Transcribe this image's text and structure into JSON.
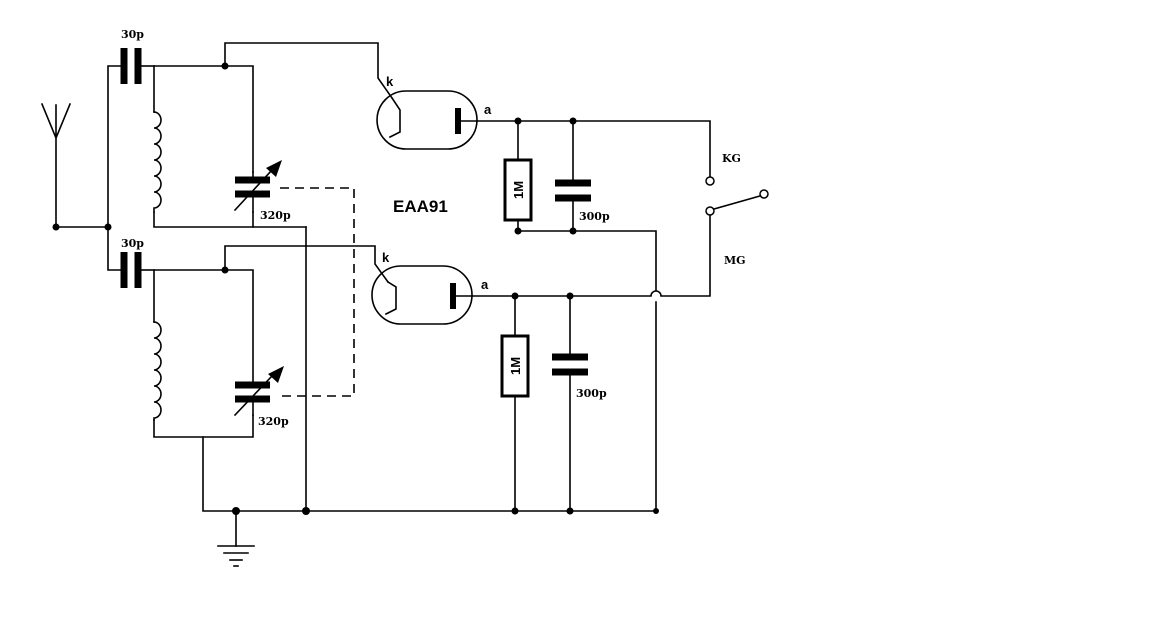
{
  "title": "EAA91",
  "antenna_cap_top": "30p",
  "antenna_cap_bottom": "30p",
  "tuning_cap_top": "320p",
  "tuning_cap_bottom": "320p",
  "load_res_top": "1M",
  "load_res_bottom": "1M",
  "filter_cap_top": "300p",
  "filter_cap_bottom": "300p",
  "cathode_top": "k",
  "anode_top": "a",
  "cathode_bottom": "k",
  "anode_bottom": "a",
  "switch_pos_1": "KG",
  "switch_pos_2": "MG"
}
